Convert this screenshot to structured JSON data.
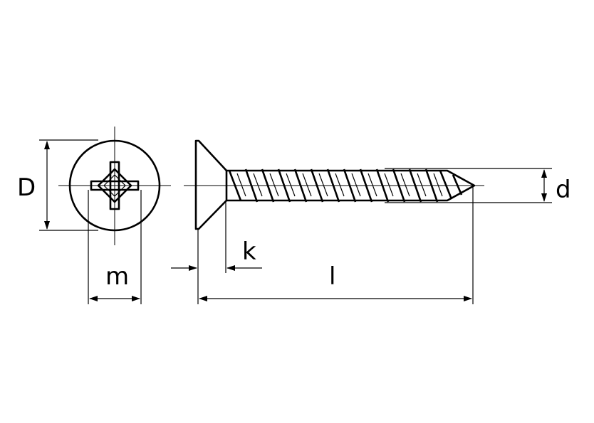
{
  "dimensions": {
    "head_diameter": "D",
    "drive_size": "m",
    "head_height": "k",
    "length": "l",
    "thread_diameter": "d"
  }
}
